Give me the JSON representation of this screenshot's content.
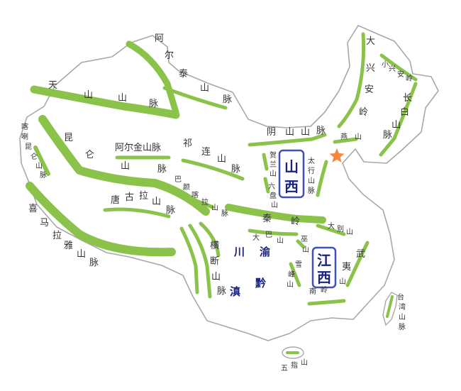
{
  "colors": {
    "mountain": "#8bc34a",
    "province_text": "#1a237e",
    "highlight_border": "#3f51b5",
    "star": "#f4873f",
    "outline": "#a8a8a8"
  },
  "icons": {
    "capital": "star-icon"
  },
  "ranges": {
    "altai": {
      "chars": [
        "阿",
        "尔",
        "泰",
        "山",
        "脉"
      ]
    },
    "tianshan": {
      "chars": [
        "天",
        "山",
        "山",
        "脉"
      ]
    },
    "karakoram": {
      "chars": [
        "喀",
        "喇",
        "昆",
        "仑",
        "山",
        "脉"
      ]
    },
    "kunlun": {
      "chars": [
        "昆",
        "仑",
        "山",
        "脉"
      ]
    },
    "himalaya": {
      "chars": [
        "喜",
        "马",
        "拉",
        "雅",
        "山",
        "脉"
      ]
    },
    "altun": {
      "text": "阿尔金山脉"
    },
    "qilian": {
      "chars": [
        "祁",
        "连",
        "山",
        "脉"
      ]
    },
    "bayankala": {
      "chars": [
        "巴",
        "颜",
        "喀",
        "拉",
        "山",
        "脉"
      ]
    },
    "tanggula": {
      "chars": [
        "唐",
        "古",
        "拉",
        "山",
        "脉"
      ]
    },
    "hengduan": {
      "chars": [
        "横",
        "断",
        "山",
        "脉"
      ]
    },
    "yinshan": {
      "chars": [
        "阴",
        "山",
        "山",
        "脉"
      ]
    },
    "yanshan": {
      "chars": [
        "燕",
        "山"
      ]
    },
    "helan": {
      "chars": [
        "贺",
        "兰",
        "山"
      ]
    },
    "liupan": {
      "chars": [
        "六",
        "盘",
        "山"
      ]
    },
    "taihang": {
      "chars": [
        "太",
        "行",
        "山",
        "脉"
      ]
    },
    "qinling": {
      "chars": [
        "秦",
        "岭"
      ]
    },
    "dabashan": {
      "chars": [
        "大",
        "巴",
        "山"
      ]
    },
    "wushan": {
      "chars": [
        "巫",
        "山"
      ]
    },
    "dabieshan": {
      "chars": [
        "大",
        "别",
        "山"
      ]
    },
    "xuefeng": {
      "chars": [
        "雪",
        "峰",
        "山"
      ]
    },
    "nanling": {
      "chars": [
        "南",
        "岭"
      ]
    },
    "wuyi": {
      "chars": [
        "武",
        "夷",
        "山"
      ]
    },
    "greater_khingan": {
      "chars": [
        "大",
        "兴",
        "安",
        "岭"
      ]
    },
    "lesser_khingan": {
      "chars": [
        "小",
        "兴",
        "安",
        "岭"
      ]
    },
    "changbai": {
      "chars": [
        "长",
        "白",
        "山",
        "脉"
      ]
    },
    "taiwan": {
      "chars": [
        "台",
        "湾",
        "山",
        "脉"
      ]
    },
    "wuzhi": {
      "chars": [
        "五",
        "指",
        "山"
      ]
    }
  },
  "provinces": {
    "chuan": "川",
    "yu": "渝",
    "dian": "滇",
    "qian": "黔"
  },
  "highlight": {
    "shanxi": [
      "山",
      "西"
    ],
    "jiangxi": [
      "江",
      "西"
    ]
  }
}
